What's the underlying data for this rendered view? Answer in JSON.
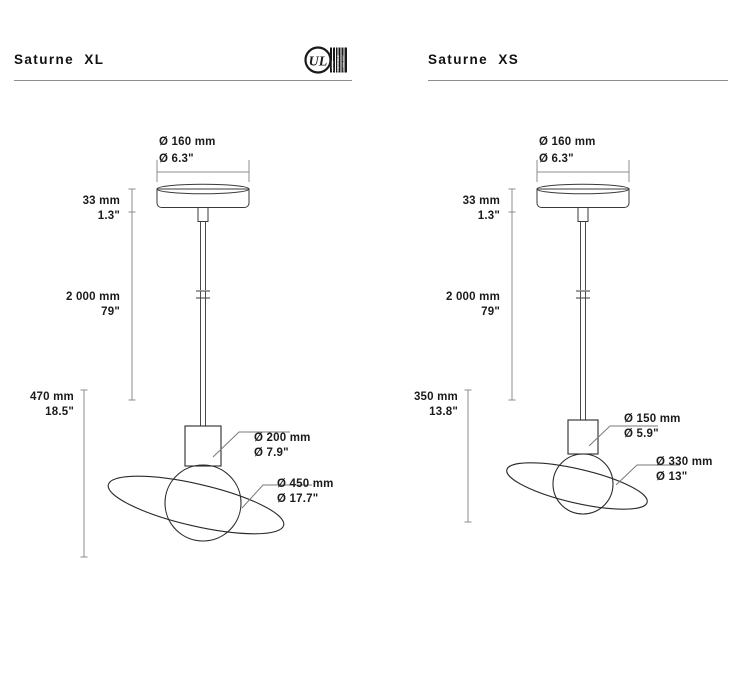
{
  "document": {
    "type": "product-dimension-sheet",
    "background_color": "#ffffff",
    "line_color": "#3a3a3a"
  },
  "panels": [
    {
      "id": "saturne-xl",
      "title": "Saturne  XL",
      "certification": {
        "present": true,
        "mark": "UL",
        "label": "ul-listed-mark"
      },
      "dimensions": {
        "canopy_diameter": {
          "mm": "Ø 160 mm",
          "inch": "Ø 6.3\""
        },
        "canopy_height": {
          "mm": "33 mm",
          "inch": "1.3\""
        },
        "cable_length": {
          "mm": "2 000 mm",
          "inch": "79\""
        },
        "fixture_height": {
          "mm": "470 mm",
          "inch": "18.5\""
        },
        "globe_diameter": {
          "mm": "Ø 200 mm",
          "inch": "Ø 7.9\""
        },
        "ring_diameter": {
          "mm": "Ø 450 mm",
          "inch": "Ø 17.7\""
        }
      }
    },
    {
      "id": "saturne-xs",
      "title": "Saturne  XS",
      "certification": {
        "present": false,
        "mark": "",
        "label": ""
      },
      "dimensions": {
        "canopy_diameter": {
          "mm": "Ø 160 mm",
          "inch": "Ø 6.3\""
        },
        "canopy_height": {
          "mm": "33 mm",
          "inch": "1.3\""
        },
        "cable_length": {
          "mm": "2 000 mm",
          "inch": "79\""
        },
        "fixture_height": {
          "mm": "350 mm",
          "inch": "13.8\""
        },
        "globe_diameter": {
          "mm": "Ø 150 mm",
          "inch": "Ø 5.9\""
        },
        "ring_diameter": {
          "mm": "Ø 330 mm",
          "inch": "Ø 13\""
        }
      }
    }
  ]
}
